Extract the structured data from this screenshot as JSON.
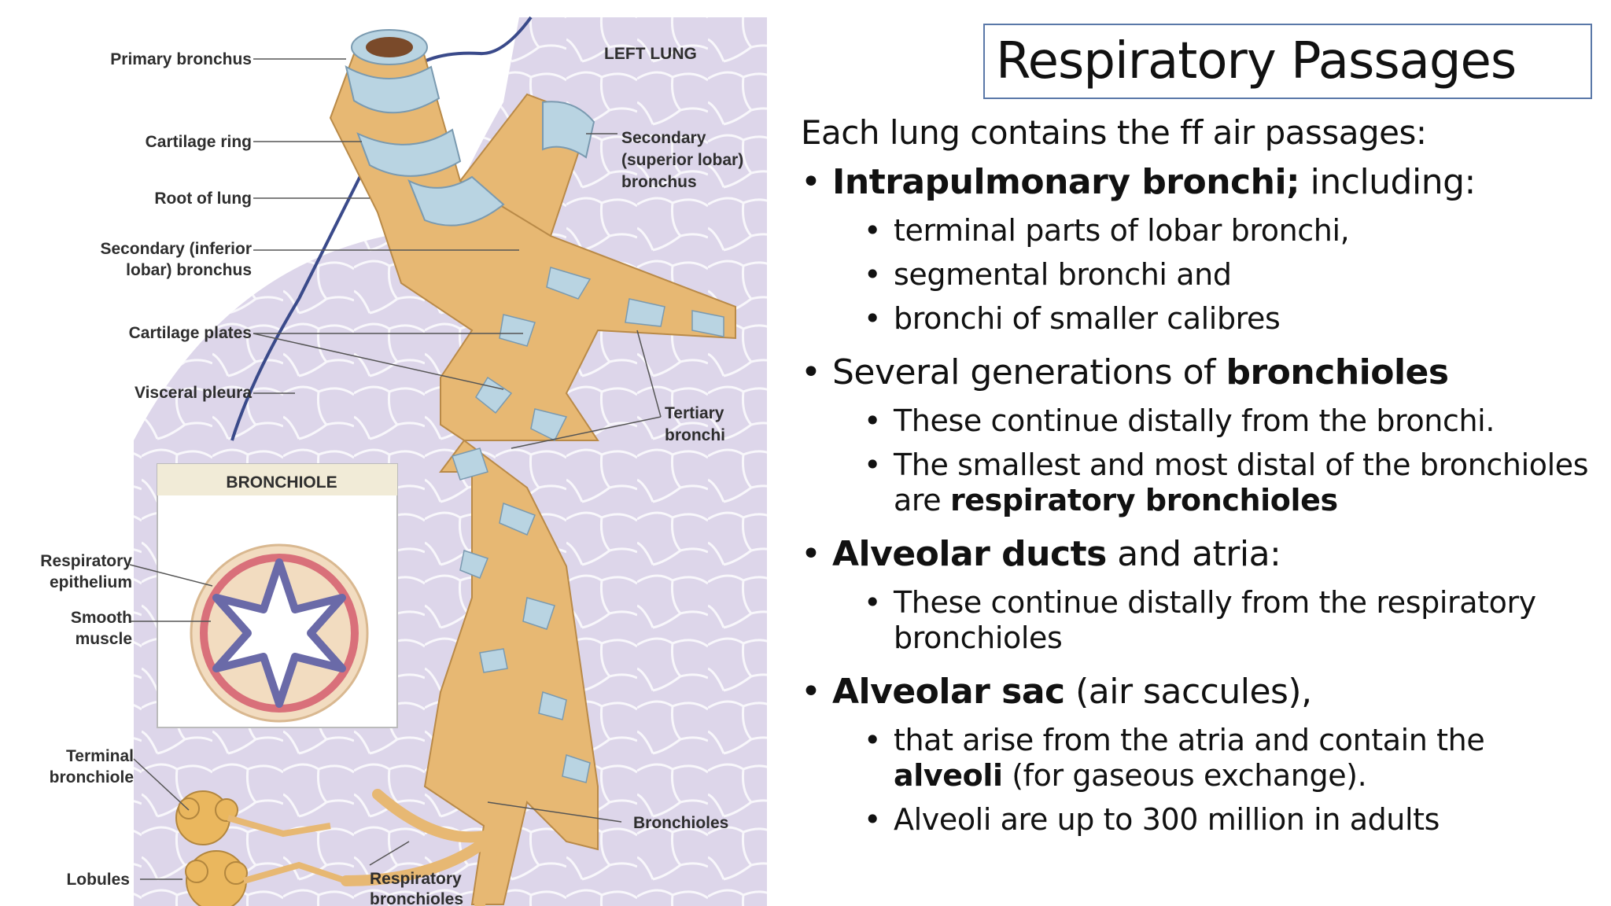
{
  "slide": {
    "title": "Respiratory Passages",
    "intro": "Each lung contains the ff air passages:",
    "sections": [
      {
        "bold": "Intrapulmonary bronchi;",
        "rest": " including:",
        "items": [
          {
            "text": "terminal parts of lobar bronchi,"
          },
          {
            "text": "segmental bronchi and"
          },
          {
            "text": "bronchi of smaller calibres"
          }
        ]
      },
      {
        "pre": "Several generations of ",
        "bold": "bronchioles",
        "items": [
          {
            "text": "These continue distally from the bronchi."
          },
          {
            "text": "The smallest and most distal of the bronchioles are ",
            "bold": "respiratory bronchioles"
          }
        ]
      },
      {
        "bold": "Alveolar ducts",
        "rest": " and atria:",
        "items": [
          {
            "text": "These continue distally from the respiratory bronchioles"
          }
        ]
      },
      {
        "bold": "Alveolar sac",
        "rest": " (air saccules),",
        "items": [
          {
            "text": "that arise from the atria and contain the ",
            "bold": "alveoli",
            "rest": " (for gaseous exchange)."
          },
          {
            "text": "Alveoli are up to 300 million in adults"
          }
        ]
      }
    ]
  },
  "figure": {
    "labels": {
      "primary_bronchus": "Primary bronchus",
      "cartilage_ring": "Cartilage ring",
      "root_of_lung": "Root of lung",
      "secondary_inferior_1": "Secondary (inferior",
      "secondary_inferior_2": "lobar) bronchus",
      "cartilage_plates": "Cartilage plates",
      "visceral_pleura": "Visceral pleura",
      "left_lung": "LEFT LUNG",
      "secondary_superior_1": "Secondary",
      "secondary_superior_2": "(superior lobar)",
      "secondary_superior_3": "bronchus",
      "tertiary_1": "Tertiary",
      "tertiary_2": "bronchi",
      "bronchiole_box": "BRONCHIOLE",
      "resp_epi_1": "Respiratory",
      "resp_epi_2": "epithelium",
      "smooth_1": "Smooth",
      "smooth_2": "muscle",
      "terminal_1": "Terminal",
      "terminal_2": "bronchiole",
      "lobules": "Lobules",
      "bronchioles": "Bronchioles",
      "resp_bronchioles_1": "Respiratory",
      "resp_bronchioles_2": "bronchioles"
    },
    "colors": {
      "lung_tissue": "#ddd6ea",
      "airway": "#e7b873",
      "cartilage": "#b9d4e2",
      "smooth_muscle": "#d9707a",
      "epithelium": "#6a6aa8"
    }
  }
}
